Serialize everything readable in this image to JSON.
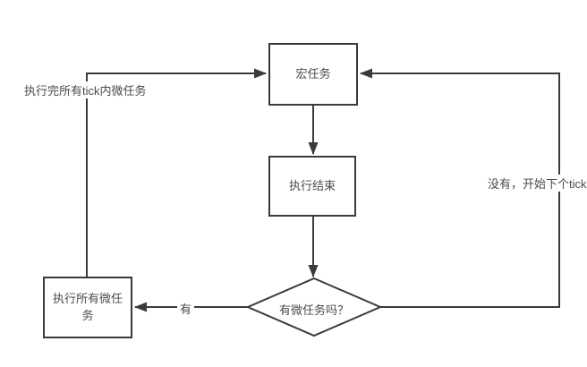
{
  "diagram": {
    "background_color": "#ffffff",
    "stroke_color": "#3a3a3a",
    "text_color": "#4a4a4a",
    "nodes": {
      "macro_task": {
        "label": "宏任务",
        "shape": "rect"
      },
      "execution_end": {
        "label": "执行结束",
        "shape": "rect"
      },
      "has_microtasks": {
        "label": "有微任务吗？",
        "shape": "diamond"
      },
      "run_all_microtasks": {
        "label": "执行所有微任务",
        "shape": "rect"
      }
    },
    "edge_labels": {
      "after_all_tick_microtasks": "执行完所有tick内微任务",
      "no_start_next_tick": "没有，开始下个tick",
      "yes": "有"
    }
  }
}
